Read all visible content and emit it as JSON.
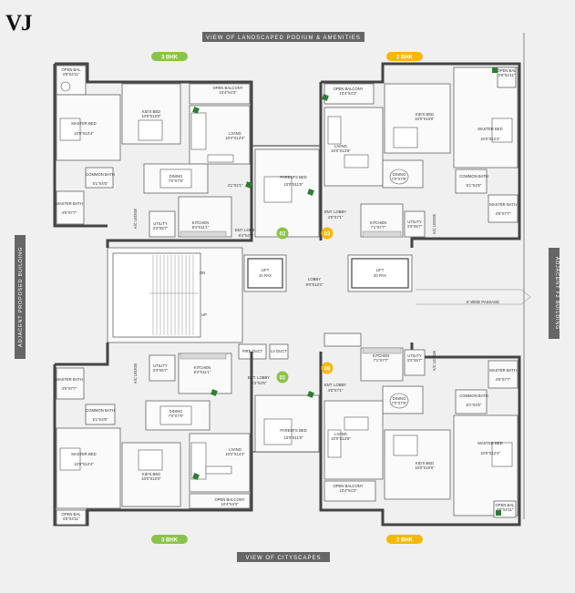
{
  "logo": "VJ",
  "banners": {
    "top": "VIEW OF LANDSCAPED PODIUM & AMENITIES",
    "bottom": "VIEW OF CITYSCAPES",
    "left": "ADJACENT PROPOSED BUILDING",
    "right": "ADJACENT F2 BUILDING"
  },
  "badges": {
    "tl": "3 BHK",
    "tr": "2 BHK",
    "bl": "3 BHK",
    "br": "2 BHK",
    "colors": {
      "green": "#8bc34a",
      "yellow": "#f5b800"
    }
  },
  "units": {
    "u1": "01",
    "u2": "02",
    "u3": "03",
    "u4": "08"
  },
  "rooms": {
    "open_bal": "OPEN BAL",
    "open_bal_dim": "4'8\"X4'11\"",
    "open_bal_dim2": "4'8\"X4'11\"",
    "open_balcony": "OPEN BALCONY",
    "open_balcony_dim": "10'4\"X4'3\"",
    "open_balcony_dim2": "10'4\"X4'3\"",
    "kids_bed": "KID'S BED",
    "kids_bed_dim": "10'0\"X10'0\"",
    "master_bed": "MASTER BED",
    "master_bed_dim": "10'0\"X12'4\"",
    "master_bed_dim2": "10'0\"X12'4\"",
    "living": "LIVING",
    "living_dim": "10'4\"X14'4\"",
    "living_dim2": "10'0\"X13'8\"",
    "dining": "DINING",
    "dining_dim": "7'0\"X7'9\"",
    "dining_dim2": "7'0\"X7'9\"",
    "parents_bed": "PARENTS BED",
    "parents_bed_dim": "10'0\"X11'0\"",
    "common_bath": "COMMON BATH",
    "common_bath_dim": "5'1\"X4'5\"",
    "common_bath_dim2": "5'1\"X4'5\"",
    "master_bath": "MASTER BATH",
    "master_bath_dim": "4'5\"X7'7\"",
    "utility": "UTILITY",
    "utility_dim": "3'3\"X5'7\"",
    "utility_dim2": "3'3\"X5'7\"",
    "kitchen": "KITCHEN",
    "kitchen_dim": "8'4\"X11'1\"",
    "kitchen_dim2": "7'1\"X7'7\"",
    "ent_lobby": "ENT. LOBBY",
    "ent_lobby_dim": "9'4\"X4'5\"",
    "ent_lobby_dim2": "4'5\"X7'1\"",
    "lift": "LIFT",
    "lift_dim": "10 PAX",
    "lift2_dim": "20 PAX",
    "lobby": "LOBBY",
    "lobby_dim": "9'0\"X13'4\"",
    "fire_duct": "FIRE DUCT",
    "lv_duct": "LV DUCT",
    "passage": "5' WIDE PASSAGE",
    "ac_ledge": "A/C LEDGE",
    "up": "UP",
    "dn": "DN",
    "dim_extra": "4'1\"X2'1\""
  }
}
